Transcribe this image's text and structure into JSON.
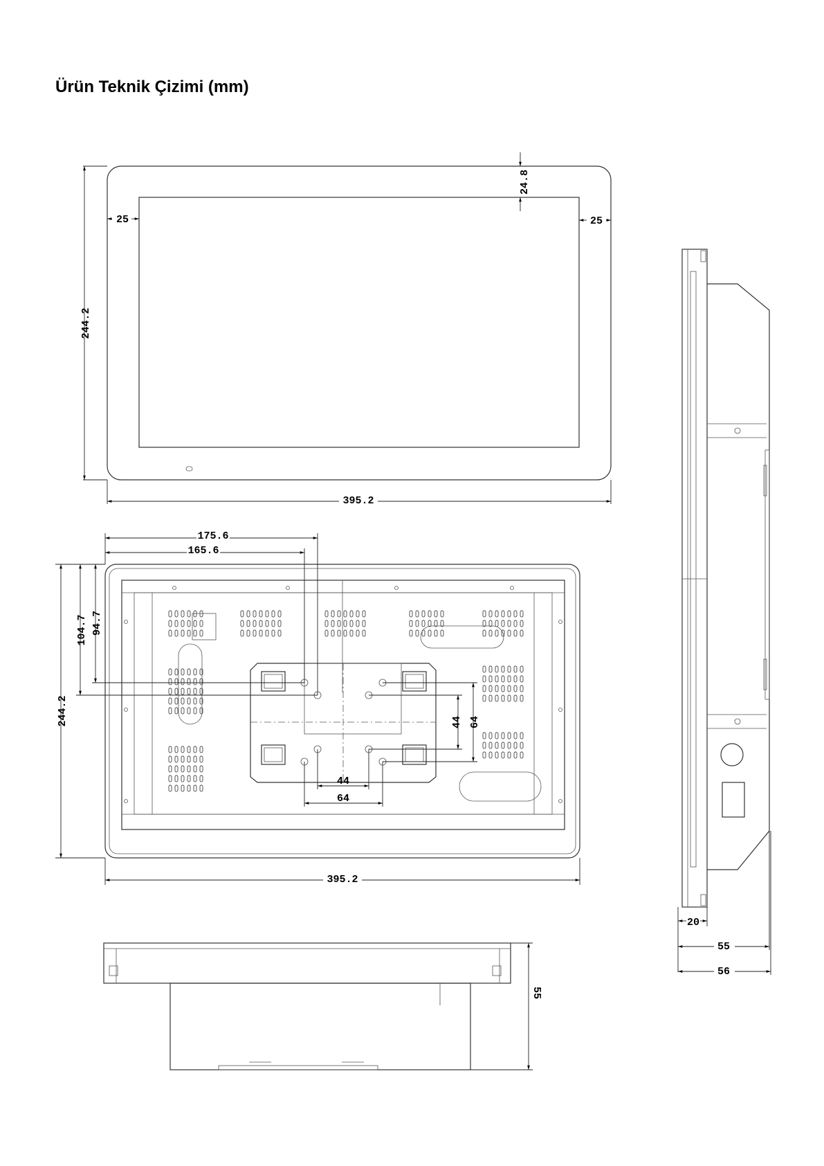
{
  "title": "Ürün Teknik Çizimi (mm)",
  "front_view": {
    "height": "244.2",
    "width": "395.2",
    "bezel_top": "24.8",
    "bezel_left": "25",
    "bezel_right": "25"
  },
  "rear_view": {
    "dim_175": "175.6",
    "dim_165": "165.6",
    "dim_104": "104.7",
    "dim_94": "94.7",
    "height": "244.2",
    "width": "395.2",
    "vesa_inner_h": "44",
    "vesa_outer_h": "64",
    "vesa_inner_v": "44",
    "vesa_outer_v": "64"
  },
  "bottom_view": {
    "depth": "55"
  },
  "side_view": {
    "bezel_depth": "20",
    "depth_body": "55",
    "depth_total": "56"
  }
}
